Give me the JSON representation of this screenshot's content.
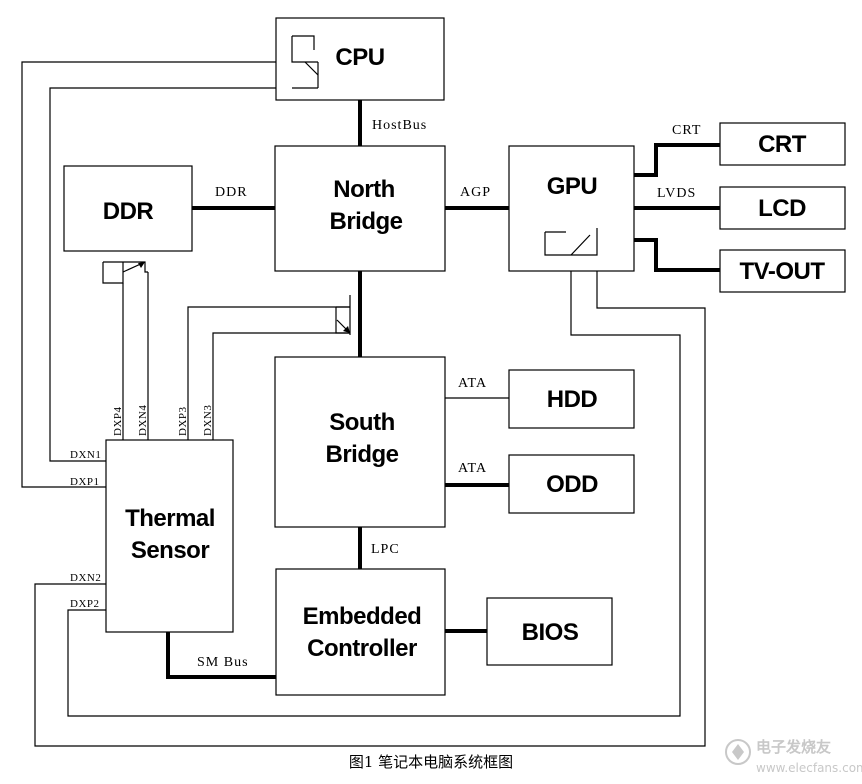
{
  "boxes": {
    "cpu": "CPU",
    "ddr": "DDR",
    "north_bridge": [
      "North",
      "Bridge"
    ],
    "gpu": "GPU",
    "crt": "CRT",
    "lcd": "LCD",
    "tv_out": "TV-OUT",
    "south_bridge": [
      "South",
      "Bridge"
    ],
    "hdd": "HDD",
    "odd": "ODD",
    "thermal_sensor": [
      "Thermal",
      "Sensor"
    ],
    "embedded_controller": [
      "Embedded",
      "Controller"
    ],
    "bios": "BIOS"
  },
  "buses": {
    "hostbus": "HostBus",
    "ddr": "DDR",
    "agp": "AGP",
    "crt": "CRT",
    "lvds": "LVDS",
    "ata_hdd": "ATA",
    "ata_odd": "ATA",
    "lpc": "LPC",
    "smbus": "SM Bus"
  },
  "pins": {
    "dxn1": "DXN1",
    "dxp1": "DXP1",
    "dxn2": "DXN2",
    "dxp2": "DXP2",
    "dxp3": "DXP3",
    "dxn3": "DXN3",
    "dxp4": "DXP4",
    "dxn4": "DXN4"
  },
  "caption": "图1 笔记本电脑系统框图",
  "watermark": {
    "title": "电子发烧友",
    "url": "www.elecfans.com"
  }
}
